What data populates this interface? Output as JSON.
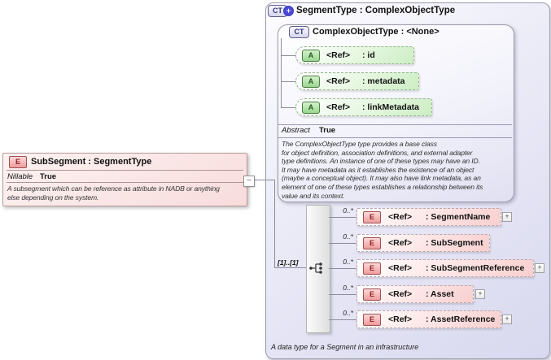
{
  "colors": {
    "element_pink": "#f8cfcf",
    "attribute_green": "#cceec4",
    "complex_type_lavender": "#d8d8ef",
    "element_border_red": "#a05050",
    "attribute_border_green": "#4c7c46"
  },
  "symbols": {
    "expand": "+",
    "collapse": "−"
  },
  "left_box": {
    "icon": "E",
    "title": "SubSegment : SegmentType",
    "properties": [
      {
        "name": "Nillable",
        "value": "True"
      }
    ],
    "description_lines": [
      "A subsegment which can be reference  as attribute in NADB or anything",
      "else depending on the system."
    ]
  },
  "panel": {
    "icon": "CT",
    "icon_plus": "+",
    "title": "SegmentType : ComplexObjectType",
    "footer": "A data type for a Segment in an infrastructure",
    "base_type_box": {
      "icon": "CT",
      "title": "ComplexObjectType : <None>",
      "attributes": [
        {
          "icon": "A",
          "ref": "<Ref>",
          "name": ": id"
        },
        {
          "icon": "A",
          "ref": "<Ref>",
          "name": ": metadata"
        },
        {
          "icon": "A",
          "ref": "<Ref>",
          "name": ": linkMetadata"
        }
      ],
      "properties": [
        {
          "name": "Abstract",
          "value": "True"
        }
      ],
      "description_lines": [
        "The ComplexObjectType type provides a base class",
        "for object definition, association definitions, and external adapter",
        "type definitions. An instance of one of these types may have an ID.",
        "It may have metadata as it establishes the existence of an object",
        "(maybe a conceptual object). It may also have link metadata, as an",
        "element of one of these types establishes a relationship between its",
        "value and its context."
      ]
    },
    "sequence": {
      "occurrence": "[1]..[1]",
      "elements": [
        {
          "icon": "E",
          "cardinality": "0..*",
          "ref": "<Ref>",
          "name": ": SegmentName",
          "expandable": true
        },
        {
          "icon": "E",
          "cardinality": "0..*",
          "ref": "<Ref>",
          "name": ": SubSegment",
          "expandable": false
        },
        {
          "icon": "E",
          "cardinality": "0..*",
          "ref": "<Ref>",
          "name": ": SubSegmentReference",
          "expandable": true
        },
        {
          "icon": "E",
          "cardinality": "0..*",
          "ref": "<Ref>",
          "name": ": Asset",
          "expandable": true
        },
        {
          "icon": "E",
          "cardinality": "0..*",
          "ref": "<Ref>",
          "name": ": AssetReference",
          "expandable": true
        }
      ]
    }
  }
}
